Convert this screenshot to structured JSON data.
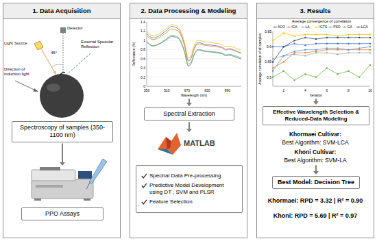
{
  "diagram": {
    "nodes": [
      {
        "text": [
          "1. Data Acquisition"
        ]
      },
      {
        "text": [
          "Spectroscopy of samples (350-1100 nm)"
        ],
        "in": 0
      },
      {
        "text": [
          "PPO Assays"
        ],
        "in": 0
      },
      {
        "text": [
          "2. Data Processing & Modeling"
        ]
      },
      {
        "text": [
          "Spectral Extraction"
        ],
        "in": 3
      },
      {
        "text": [
          "Spectral Data Pre-processing",
          "Predictive Model Development using DT , SVM and PLSR",
          "Feature Selection"
        ],
        "in": 3
      },
      {
        "text": [
          "3. Results"
        ]
      },
      {
        "text": [
          "Effective Wavelength Selection & Reduced-Data Modeling"
        ],
        "in": 6
      },
      {
        "text": [
          "Best Model: Decision Tree"
        ],
        "in": 6
      }
    ],
    "labels": [
      "Light Source",
      "Detector",
      "45°",
      "External Specular Reflection",
      "Direction of induction light",
      "Reflectance (%)",
      "Wavelength (nm)",
      "1.4",
      "1.2",
      "1",
      "0.8",
      "0.6",
      "0.4",
      "0.2",
      "0",
      "350",
      "510",
      "670",
      "830",
      "990",
      "MATLAB",
      "Average convergence of correlation",
      "Average correlation of all samples",
      "Iteration",
      "0.5",
      "0.55",
      "0.6",
      "0.65",
      "2",
      "4",
      "6",
      "8",
      "10",
      "Khormaei Cultivar:",
      "Best Algorithm: SVM-LCA",
      "Khoni Cultivar:",
      "Best Algorithm: SVM-LA",
      "Khormaei: RPD = 3.32 | R² = 0.90",
      "Khoni: RPD = 5.69 | R² = 0.97"
    ],
    "legend": [
      {
        "text": "ACO"
      },
      {
        "text": "ICA"
      },
      {
        "text": "LA"
      },
      {
        "text": "ICTS"
      },
      {
        "text": "PSO"
      },
      {
        "text": "GA"
      },
      {
        "text": "LCA"
      }
    ]
  }
}
